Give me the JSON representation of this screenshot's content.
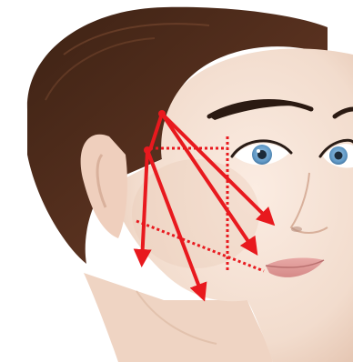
{
  "colors": {
    "background": "#ffffff",
    "skin": "#f4e1d4",
    "skin_shadow": "#e6c7b4",
    "hair": "#4a2a1a",
    "hair_highlight": "#6b3d25",
    "brow": "#2b1a12",
    "iris": "#5f97c4",
    "pupil": "#1c2a38",
    "lips": "#e3a2a0",
    "arrow": "#e8191e"
  },
  "illustration": {
    "subject": "woman-face-three-quarter-view",
    "icons": [
      "lift-arrow-icon",
      "guide-line-icon"
    ]
  },
  "lift_vectors": {
    "solid_arrow_count": 5,
    "dotted_guide_count": 3
  }
}
